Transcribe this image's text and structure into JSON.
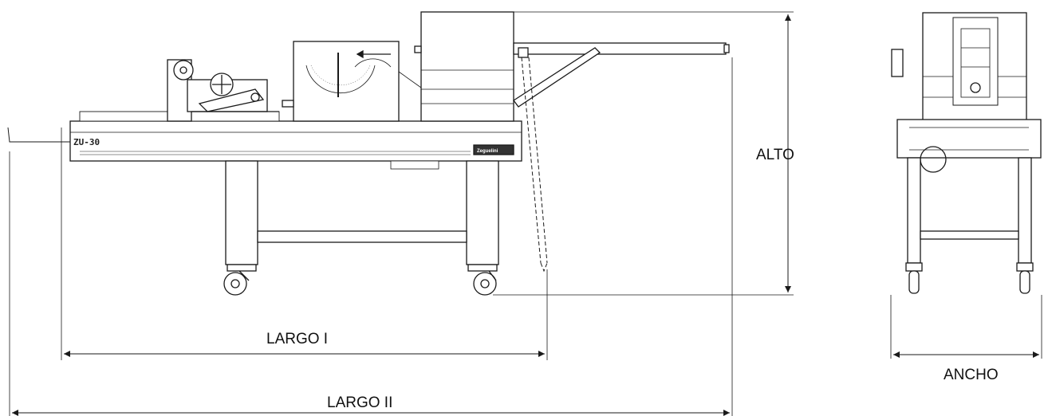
{
  "labels": {
    "alto": "ALTO",
    "largo_1": "LARGO I",
    "largo_2": "LARGO II",
    "ancho": "ANCHO",
    "model": "ZU-30",
    "brand": "Zeguelini"
  },
  "colors": {
    "line": "#1a1a1a",
    "fill": "#ffffff",
    "panel": "#f4f4f4"
  },
  "icons": {
    "arrow": "filled-triangle-arrowhead"
  }
}
